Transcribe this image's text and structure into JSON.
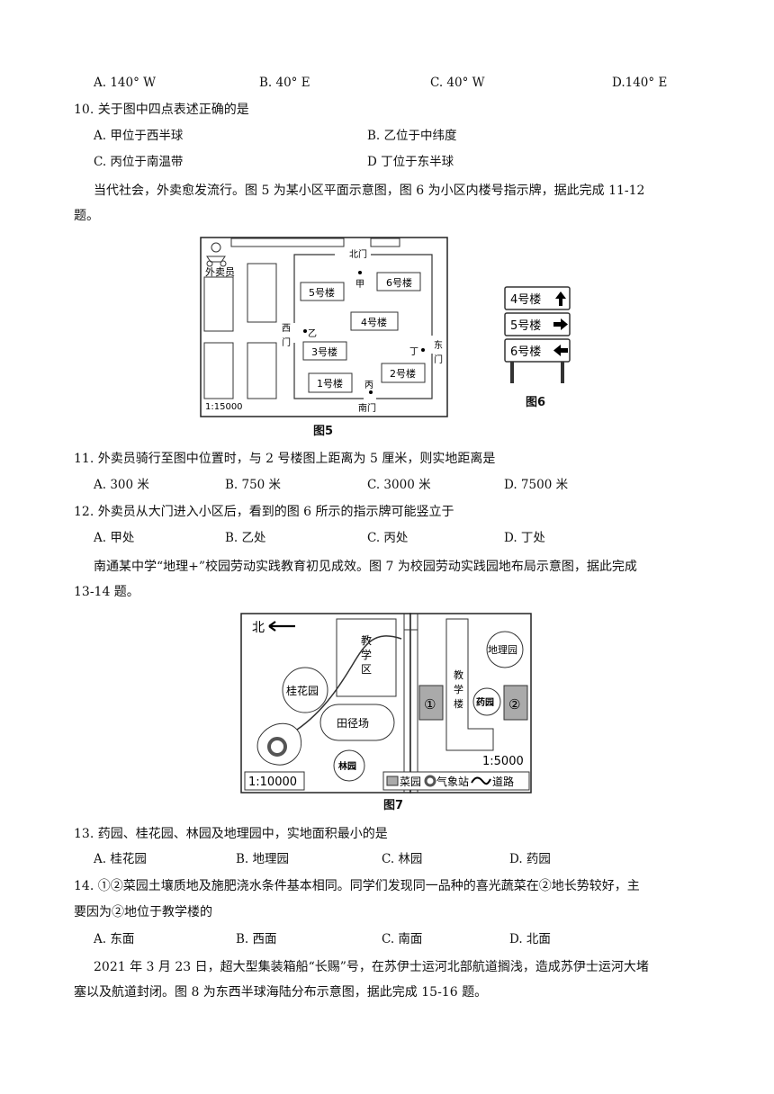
{
  "q9_options": [
    "A. 140° W",
    "B. 40° E",
    "C. 40° W",
    "D.140° E"
  ],
  "q10": {
    "stem": "10. 关于图中四点表述正确的是",
    "options": [
      "A. 甲位于西半球",
      "B. 乙位于中纬度",
      "C. 丙位于南温带",
      "D 丁位于东半球"
    ]
  },
  "intro_11_12": [
    "当代社会，外卖愈发流行。图 5 为某小区平面示意图，图 6 为小区内楼号指示牌，据此完成 11-12",
    "题。"
  ],
  "fig5": {
    "caption": "图5",
    "scale": "1:15000",
    "courier": "外卖员",
    "gates": {
      "north": "北门",
      "south": "南门",
      "west": [
        "西",
        "门"
      ],
      "east": [
        "东",
        "门"
      ]
    },
    "buildings": [
      "1号楼",
      "2号楼",
      "3号楼",
      "4号楼",
      "5号楼",
      "6号楼"
    ],
    "points": {
      "jia": "甲",
      "yi": "乙",
      "bing": "丙",
      "ding": "丁"
    }
  },
  "fig6": {
    "caption": "图6",
    "signs": [
      {
        "label": "4号楼",
        "arrow": "up-arrow"
      },
      {
        "label": "5号楼",
        "arrow": "right-arrow"
      },
      {
        "label": "6号楼",
        "arrow": "left-arrow"
      }
    ]
  },
  "q11": {
    "stem": "11. 外卖员骑行至图中位置时，与 2 号楼图上距离为 5 厘米，则实地距离是",
    "options": [
      "A. 300 米",
      "B. 750 米",
      "C. 3000 米",
      "D. 7500 米"
    ]
  },
  "q12": {
    "stem": "12. 外卖员从大门进入小区后，看到的图 6 所示的指示牌可能竖立于",
    "options": [
      "A. 甲处",
      "B. 乙处",
      "C. 丙处",
      "D. 丁处"
    ]
  },
  "intro_13_14": [
    "南通某中学“地理+”校园劳动实践教育初见成效。图 7 为校园劳动实践园地布局示意图，据此完成",
    "13-14 题。"
  ],
  "fig7": {
    "caption": "图7",
    "north": "北",
    "teaching_area": [
      "教",
      "学",
      "区"
    ],
    "osmanthus": "桂花园",
    "track": "田径场",
    "forest": "林园",
    "teaching_building": [
      "教",
      "学",
      "楼"
    ],
    "geo_garden": "地理园",
    "herb_garden": "药园",
    "plot1": "①",
    "plot2": "②",
    "scale_left": "1:10000",
    "scale_right": "1:5000",
    "legend": {
      "veg": "菜园",
      "station": "气象站",
      "road": "道路"
    }
  },
  "q13": {
    "stem": "13. 药园、桂花园、林园及地理园中，实地面积最小的是",
    "options": [
      "A. 桂花园",
      "B. 地理园",
      "C. 林园",
      "D. 药园"
    ]
  },
  "q14": {
    "stem_lines": [
      "14. ①②菜园土壤质地及施肥浇水条件基本相同。同学们发现同一品种的喜光蔬菜在②地长势较好，主",
      "要因为②地位于教学楼的"
    ],
    "options": [
      "A. 东面",
      "B. 西面",
      "C. 南面",
      "D. 北面"
    ]
  },
  "intro_15_16": [
    "2021 年 3 月 23 日，超大型集装箱船“长赐”号，在苏伊士运河北部航道搁浅，造成苏伊士运河大堵",
    "塞以及航道封闭。图 8 为东西半球海陆分布示意图，据此完成 15-16 题。"
  ]
}
